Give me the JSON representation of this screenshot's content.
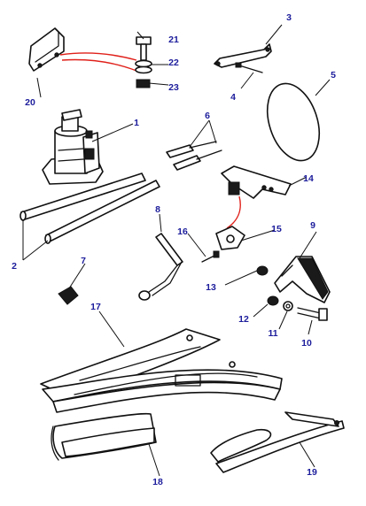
{
  "diagram": {
    "colors": {
      "callout": "#1c1c9c",
      "line": "#111111",
      "highlight": "#e0201a"
    },
    "callouts": [
      "1",
      "2",
      "3",
      "4",
      "5",
      "6",
      "7",
      "8",
      "9",
      "10",
      "11",
      "12",
      "13",
      "14",
      "15",
      "16",
      "17",
      "18",
      "19",
      "20",
      "21",
      "22",
      "23"
    ]
  }
}
